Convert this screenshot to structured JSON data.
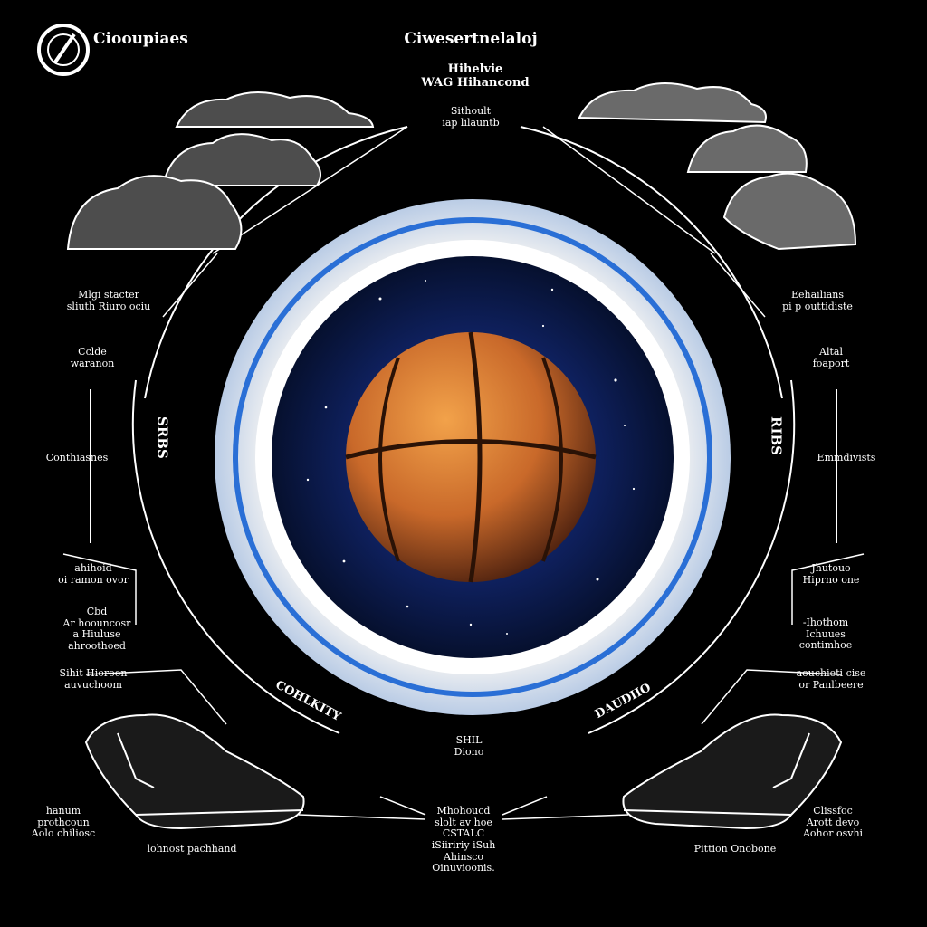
{
  "brand": {
    "name": "Ciooupiaes",
    "logo_icon": "circle-logo-icon"
  },
  "title": "Ciwesertnelaloj",
  "top": {
    "line1": "Hihelvie",
    "line2": "WAG Hihancond",
    "line3": "Sithoult",
    "line4": "iap lilauntb"
  },
  "left": {
    "l1a": "Mlgi stacter",
    "l1b": "sliuth Riuro ociu",
    "l2a": "Cclde",
    "l2b": "waranon",
    "l3": "Conthiasnes",
    "vert": "SRBS",
    "l4a": "ahihoid",
    "l4b": "oi ramon ovor",
    "l5a": "Cbd",
    "l5b": "Ar hoouncosr",
    "l5c": "a Hiuluse",
    "l5d": "ahroothoed",
    "l6a": "Sihit Hioroon",
    "l6b": "auvuchoom",
    "l7a": "hanum",
    "l7b": "prothcoun",
    "l7c": "Aolo chiliosc",
    "arc": "COHLKITY"
  },
  "right": {
    "r1a": "Eehailians",
    "r1b": "pi p outtidiste",
    "r2a": "Altal",
    "r2b": "foaport",
    "r3": "Emmdivists",
    "vert": "RIBS",
    "r4a": "Jhutouo",
    "r4b": "Hiprno one",
    "r5a": "-Ihothom",
    "r5b": "Ichuues",
    "r5c": "contimhoe",
    "r6a": "aouchieti cise",
    "r6b": "or Panlbeere",
    "r7a": "Clissfoc",
    "r7b": "Arott devo",
    "r7c": "Aohor osvhi",
    "arc": "DAUDIIO"
  },
  "bottom": {
    "center1": "SHIL",
    "center2": "Diono",
    "b1": "Mhohoucd",
    "b2": "slolt av hoe",
    "b3": "CSTALC",
    "b4": "iSiiririy iSuh",
    "b5": "Ahinsco",
    "b6": "Oinuvioonis.",
    "left_caption": "lohnost pachhand",
    "right_caption": "Pittion Onobone"
  },
  "colors": {
    "accent": "#2a6fd6",
    "ball": "#d97a2b",
    "ring": "#e8f1ff",
    "bg": "#000000"
  },
  "icons": {
    "center": "basketball-in-space-icon",
    "clouds_left": "storm-cloud-icon",
    "clouds_right": "storm-cloud-icon",
    "shoe_left": "sneaker-icon",
    "shoe_right": "sneaker-icon"
  }
}
